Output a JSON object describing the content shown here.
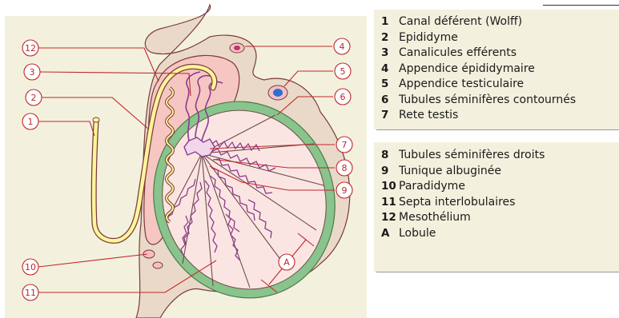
{
  "diagram": {
    "callouts": [
      "1",
      "2",
      "3",
      "4",
      "5",
      "6",
      "7",
      "8",
      "9",
      "10",
      "11",
      "12",
      "A"
    ]
  },
  "legend_top": [
    {
      "num": "1",
      "label": "Canal déférent (Wolff)"
    },
    {
      "num": "2",
      "label": "Epididyme"
    },
    {
      "num": "3",
      "label": "Canalicules efférents"
    },
    {
      "num": "4",
      "label": "Appendice épididymaire"
    },
    {
      "num": "5",
      "label": "Appendice testiculaire"
    },
    {
      "num": "6",
      "label": "Tubules séminifères contournés"
    },
    {
      "num": "7",
      "label": "Rete testis"
    }
  ],
  "legend_bottom": [
    {
      "num": "8",
      "label": "Tubules séminifères droits"
    },
    {
      "num": "9",
      "label": "Tunique albuginée"
    },
    {
      "num": "10",
      "label": "Paradidyme"
    },
    {
      "num": "11",
      "label": "Septa interlobulaires"
    },
    {
      "num": "12",
      "label": "Mesothélium"
    },
    {
      "num": "A",
      "label": "Lobule"
    }
  ],
  "colors": {
    "callout_red": "#c0272d",
    "mesothelium_pink": "#f6d3cf",
    "albuginea_green": "#88c48c",
    "tubule_purple": "#8b3c8e",
    "duct_yellow": "#fff59a",
    "panel_bg": "#f3f1de"
  }
}
